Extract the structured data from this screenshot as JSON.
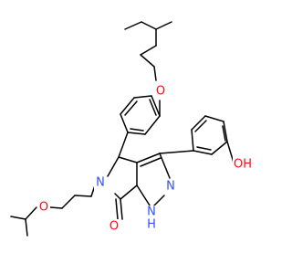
{
  "molecule": {
    "colors": {
      "bond": "#000000",
      "oxygen": "#ff0d0d",
      "nitrogen": "#3050f8"
    },
    "atom_labels": {
      "ether_o_top": "O",
      "phenol_oh": "OH",
      "ring_n": "N",
      "pyrazole_n": "N",
      "pyrazole_nh": "N",
      "pyrazole_nh_h": "H",
      "ether_o_chain": "O",
      "carbonyl_o": "O"
    }
  }
}
